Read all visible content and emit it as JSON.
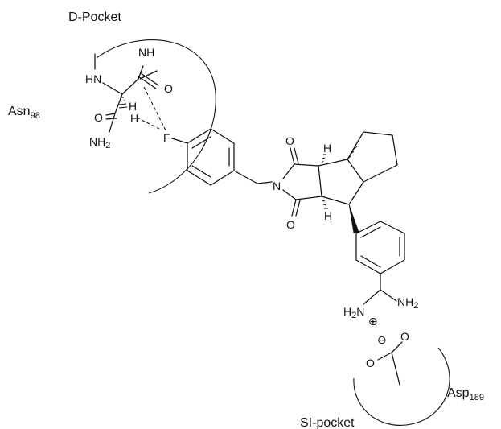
{
  "labels": {
    "d_pocket": "D-Pocket",
    "asn_residue": "Asn",
    "asn_number": "98",
    "asp_residue": "Asp",
    "asp_number": "189",
    "s1_pocket": "SI-pocket"
  },
  "atoms": {
    "nh_top": "NH",
    "hn_left": "HN",
    "o_carbonyl_top": "O",
    "o_carbonyl_left": "O",
    "nh2_amide_n": "NH",
    "nh2_amide_sub": "2",
    "h_alpha": "H",
    "h_bond": "H",
    "fluorine": "F",
    "imide_n": "N",
    "imide_o_top": "O",
    "imide_o_bottom": "O",
    "h_ring_top": "H",
    "h_ring_bottom": "H",
    "amidine_h2n": "H",
    "amidine_h2n_sub": "2",
    "amidine_h2n_n": "N",
    "amidine_nh2": "NH",
    "amidine_nh2_sub": "2",
    "plus_charge": "⊕",
    "minus_charge": "⊖",
    "carboxylate_o_left": "O",
    "carboxylate_o_right": "O"
  }
}
